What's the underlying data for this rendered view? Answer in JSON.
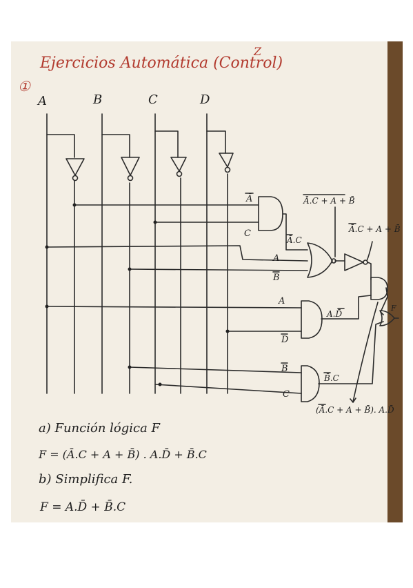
{
  "title": "Ejercicios Automática (Control)",
  "corner_mark": "Z",
  "exercise_number": "①",
  "inputs": [
    "A",
    "B",
    "C",
    "D"
  ],
  "labels": {
    "nota": "Ā",
    "c": "C",
    "anotc": "Ā.C",
    "a_or": "A",
    "nb_or": "B̄",
    "a_and": "A",
    "nd_and": "D̄",
    "ad": "A.D̄",
    "nb_and": "B̄",
    "c_and": "C",
    "bc": "B̄.C",
    "nor_out": "Ā.C + A + B̄",
    "not_out": "Ā.C + A + B̄",
    "and_out": "(Ā.C + A + B̄). A.D̄",
    "f": "F"
  },
  "questions": {
    "a_label": "a) Función lógica F",
    "a_expr": "F = (Ā.C + A + B̄) . A.D̄ + B̄.C",
    "b_label": "b) Simplifica F.",
    "b_expr": "F = A.D̄ + B̄.C"
  },
  "colors": {
    "paper": "#f3eee4",
    "ink": "#2a2a2a",
    "heading": "#b23a2e",
    "background": "#ffffff",
    "border": "#6b4a2a"
  }
}
